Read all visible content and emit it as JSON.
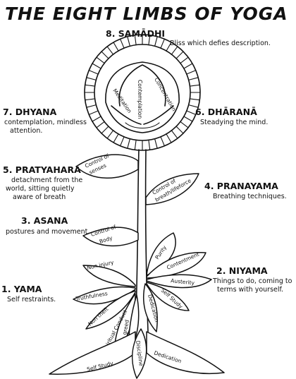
{
  "title": "THE EIGHT LIMBS OF YOGA",
  "limbs": {
    "samadhi": {
      "name": "8. SAMĀDHI",
      "desc": [
        "Bliss which defies description."
      ]
    },
    "dhyana": {
      "name": "7. DHYANA",
      "desc": [
        "contemplation, mindless",
        "attention."
      ]
    },
    "dharana": {
      "name": "6. DHĀRANĀ",
      "desc": [
        "Steadying the mind."
      ]
    },
    "pratyahara": {
      "name": "5. PRATYAHARA",
      "desc": [
        "detachment from the",
        "world, sitting quietly",
        "aware of breath"
      ]
    },
    "pranayama": {
      "name": "4. PRANAYAMA",
      "desc": [
        "Breathing techniques."
      ]
    },
    "asana": {
      "name": "3. ASANA",
      "desc": [
        "postures and movement."
      ]
    },
    "niyama": {
      "name": "2. NIYAMA",
      "desc": [
        "Things to do, coming to",
        "terms with yourself."
      ]
    },
    "yama": {
      "name": "1. YAMA",
      "desc": [
        "Self restraints."
      ]
    }
  },
  "flower_center": {
    "contemplation": "Contemplation",
    "meditation": "Meditation",
    "concentration": "Concentration"
  },
  "leaves": {
    "control_of_senses": [
      "Control of",
      "senses"
    ],
    "control_of_breath": [
      "Control of",
      "breath/lifeforce"
    ],
    "control_of_body": [
      "Control of",
      "Body"
    ],
    "niyama_leaves": [
      "Purity",
      "Contentment",
      "Austerity",
      "Self Study",
      "Dedication"
    ],
    "yama_leaves": [
      "Non injury",
      "Truthfulness",
      "Non theft",
      "Spiritual Conduct",
      "Non greed"
    ],
    "root_leaves": [
      "Self Study",
      "Discipline",
      "Dedication"
    ]
  }
}
